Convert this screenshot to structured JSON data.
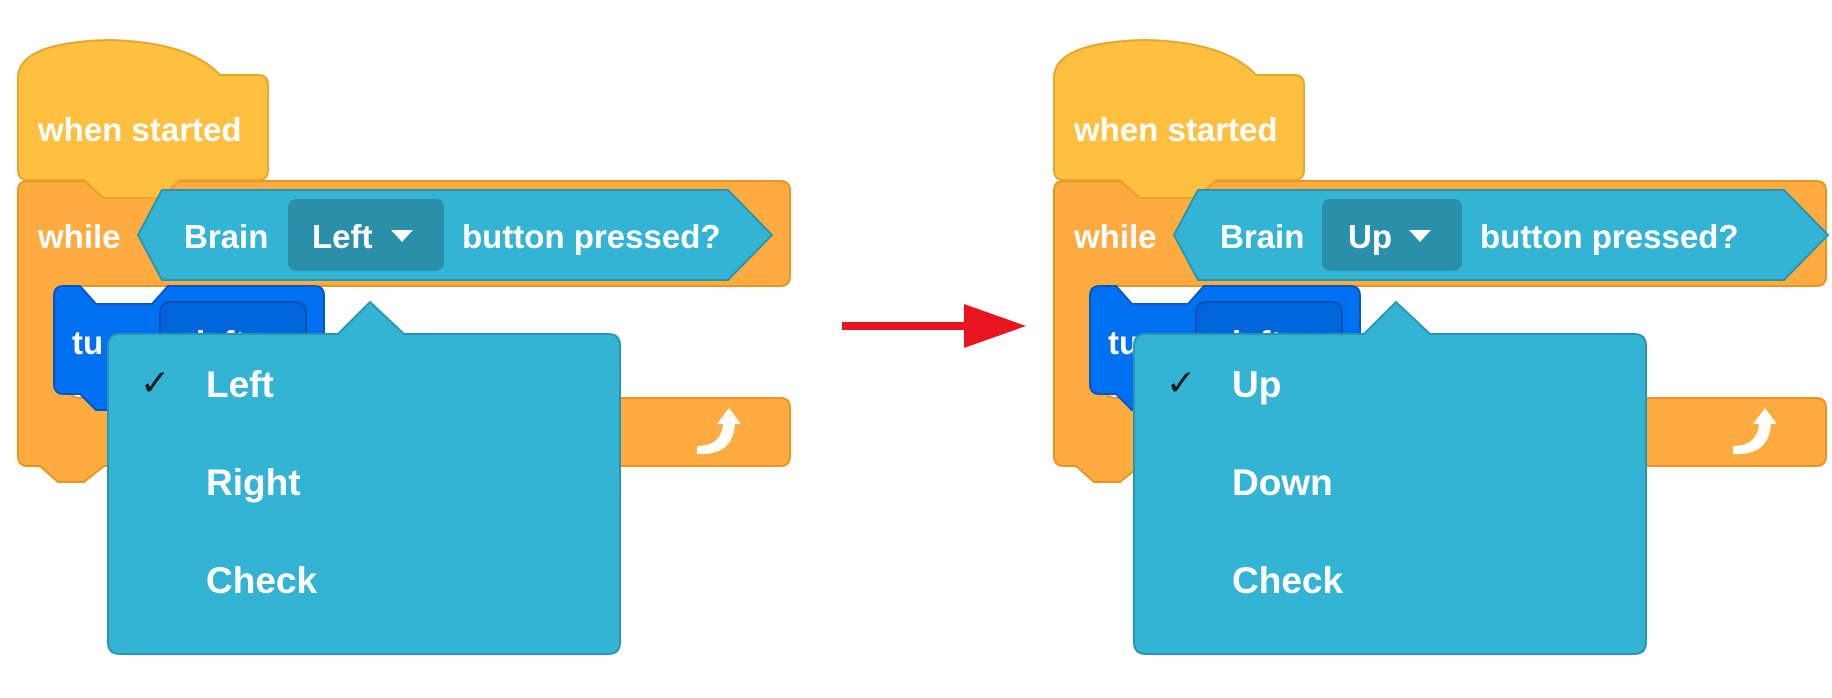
{
  "left_panel": {
    "hat_label": "when started",
    "while_label": "while",
    "brain_label": "Brain",
    "button_value": "Left",
    "pressed_label": "button pressed?",
    "turn_fragment": "tu",
    "hidden_fragment": "left",
    "loop_icon": "loop-arrow-icon",
    "menu": {
      "items": [
        {
          "label": "Left",
          "checked": true
        },
        {
          "label": "Right",
          "checked": false
        },
        {
          "label": "Check",
          "checked": false
        }
      ],
      "check_glyph": "✓"
    }
  },
  "right_panel": {
    "hat_label": "when started",
    "while_label": "while",
    "brain_label": "Brain",
    "button_value": "Up",
    "pressed_label": "button pressed?",
    "turn_fragment": "tu",
    "hidden_fragment": "left",
    "loop_icon": "loop-arrow-icon",
    "menu": {
      "items": [
        {
          "label": "Up",
          "checked": true
        },
        {
          "label": "Down",
          "checked": false
        },
        {
          "label": "Check",
          "checked": false
        }
      ],
      "check_glyph": "✓"
    }
  },
  "transition_arrow": {
    "icon": "right-arrow-icon",
    "color": "#e8141f"
  },
  "colors": {
    "event": "#ffbf3f",
    "event_stroke": "#e5a630",
    "control": "#ffab3f",
    "control_stroke": "#e59520",
    "sensing": "#34b4d4",
    "sensing_stroke": "#2895b0",
    "sensing_dark": "#2a90aa",
    "drivetrain": "#0070f3",
    "drivetrain_stroke": "#0058c4"
  }
}
